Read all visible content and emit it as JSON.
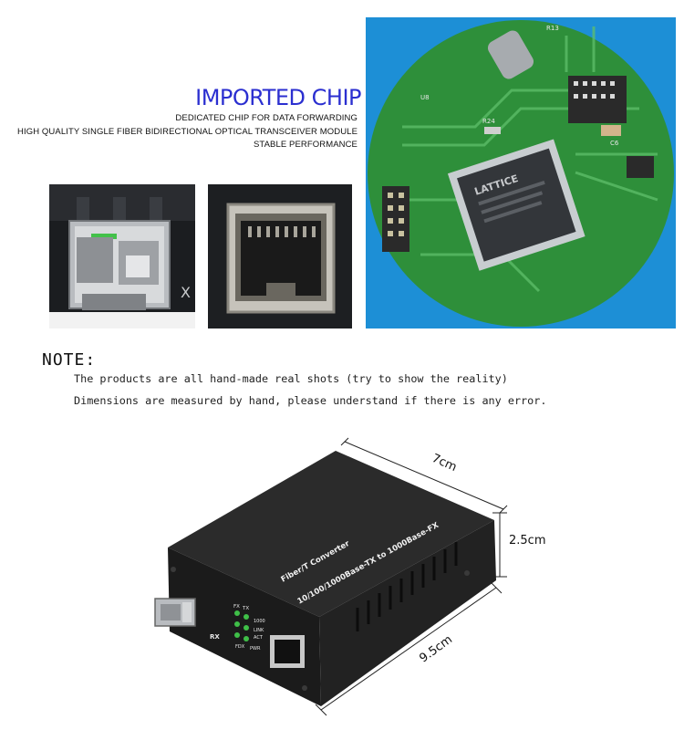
{
  "hero": {
    "title": "IMPORTED CHIP",
    "lines": [
      "DEDICATED CHIP FOR DATA FORWARDING",
      "HIGH QUALITY SINGLE FIBER BIDIRECTIONAL OPTICAL TRANSCEIVER MODULE",
      "STABLE PERFORMANCE"
    ]
  },
  "chip": {
    "brand": "LATTICE",
    "board_labels": [
      "R24",
      "R13",
      "U8",
      "C6"
    ]
  },
  "note": {
    "heading": "NOTE:",
    "lines": [
      "The products are all hand-made real shots (try to show the reality)",
      "Dimensions are measured by hand, please understand if there is any error."
    ]
  },
  "dimensions": {
    "width": "7cm",
    "height": "2.5cm",
    "depth": "9.5cm"
  },
  "product": {
    "label1": "Fiber/T Converter",
    "label2": "10/100/1000Base-TX to 1000Base-FX",
    "port_rx": "RX",
    "led_labels": [
      "FX",
      "TX",
      "1000",
      "LINK",
      "ACT",
      "FDX",
      "PWR"
    ]
  },
  "colors": {
    "title_blue": "#2b2fd0",
    "photo_bg_blue": "#1d8fd6",
    "pcb_green": "#2e8f3a",
    "device_black": "#1a1a1a"
  }
}
